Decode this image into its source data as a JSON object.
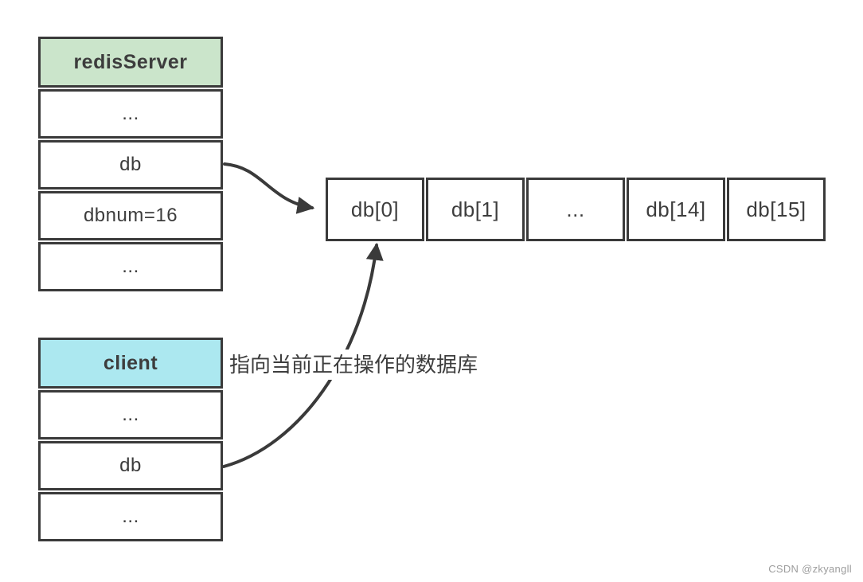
{
  "diagram": {
    "redis_server_table": {
      "header": "redisServer",
      "rows": [
        "...",
        "db",
        "dbnum=16",
        "..."
      ]
    },
    "client_table": {
      "header": "client",
      "rows": [
        "...",
        "db",
        "..."
      ]
    },
    "db_array": {
      "cells": [
        "db[0]",
        "db[1]",
        "...",
        "db[14]",
        "db[15]"
      ]
    },
    "annotation": "指向当前正在操作的数据库",
    "watermark": "CSDN @zkyangll",
    "colors": {
      "server_header_bg": "#cbe5cb",
      "client_header_bg": "#ace8f0",
      "border": "#3a3a3a",
      "text": "#3d3d3d",
      "watermark_text": "#9d9d9d",
      "background": "#ffffff"
    }
  }
}
